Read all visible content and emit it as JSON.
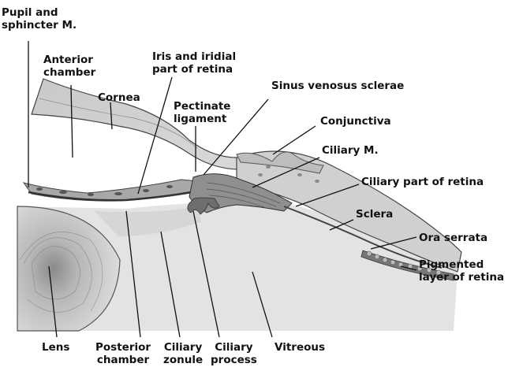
{
  "labels": {
    "pupil_sphincter": [
      "Pupil and",
      "sphincter M."
    ],
    "anterior_chamber": [
      "Anterior",
      "chamber"
    ],
    "cornea": "Cornea",
    "iris_retina": [
      "Iris and iridial",
      "part of retina"
    ],
    "pectinate": [
      "Pectinate",
      "ligament"
    ],
    "sinus": "Sinus venosus sclerae",
    "conjunctiva": "Conjunctiva",
    "ciliary_m": "Ciliary M.",
    "ciliary_retina": "Ciliary part of retina",
    "sclera": "Sclera",
    "ora_serrata": "Ora serrata",
    "pigmented": [
      "Pigmented",
      "layer of retina"
    ],
    "lens": "Lens",
    "posterior_chamber": [
      "Posterior",
      "chamber"
    ],
    "ciliary_zonule": [
      "Ciliary",
      "zonule"
    ],
    "ciliary_process": [
      "Ciliary",
      "process"
    ],
    "vitreous": "Vitreous"
  },
  "colors": {
    "tissue": "#cfcfcf",
    "vitreous": "#e4e4e4",
    "lens": "#d2d2d2",
    "text": "#111111"
  }
}
